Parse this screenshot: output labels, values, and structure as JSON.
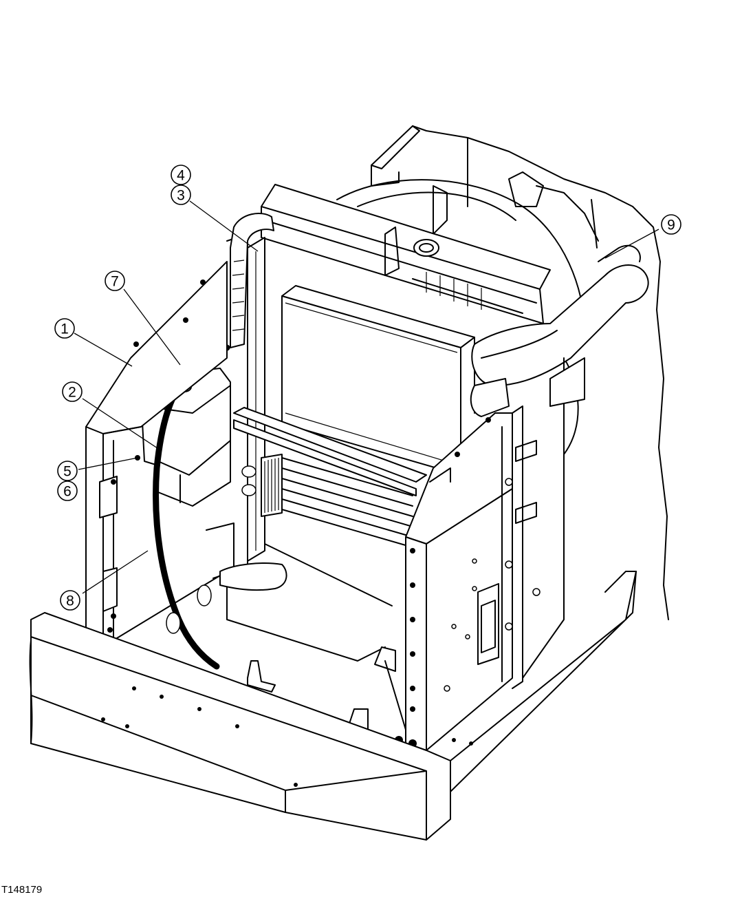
{
  "figure": {
    "id": "T148179"
  },
  "callouts": [
    {
      "number": "1",
      "part": "callout-1"
    },
    {
      "number": "2",
      "part": "callout-2"
    },
    {
      "number": "3",
      "part": "callout-3"
    },
    {
      "number": "4",
      "part": "callout-4"
    },
    {
      "number": "5",
      "part": "callout-5"
    },
    {
      "number": "6",
      "part": "callout-6"
    },
    {
      "number": "7",
      "part": "callout-7"
    },
    {
      "number": "8",
      "part": "callout-8"
    },
    {
      "number": "9",
      "part": "callout-9"
    }
  ]
}
